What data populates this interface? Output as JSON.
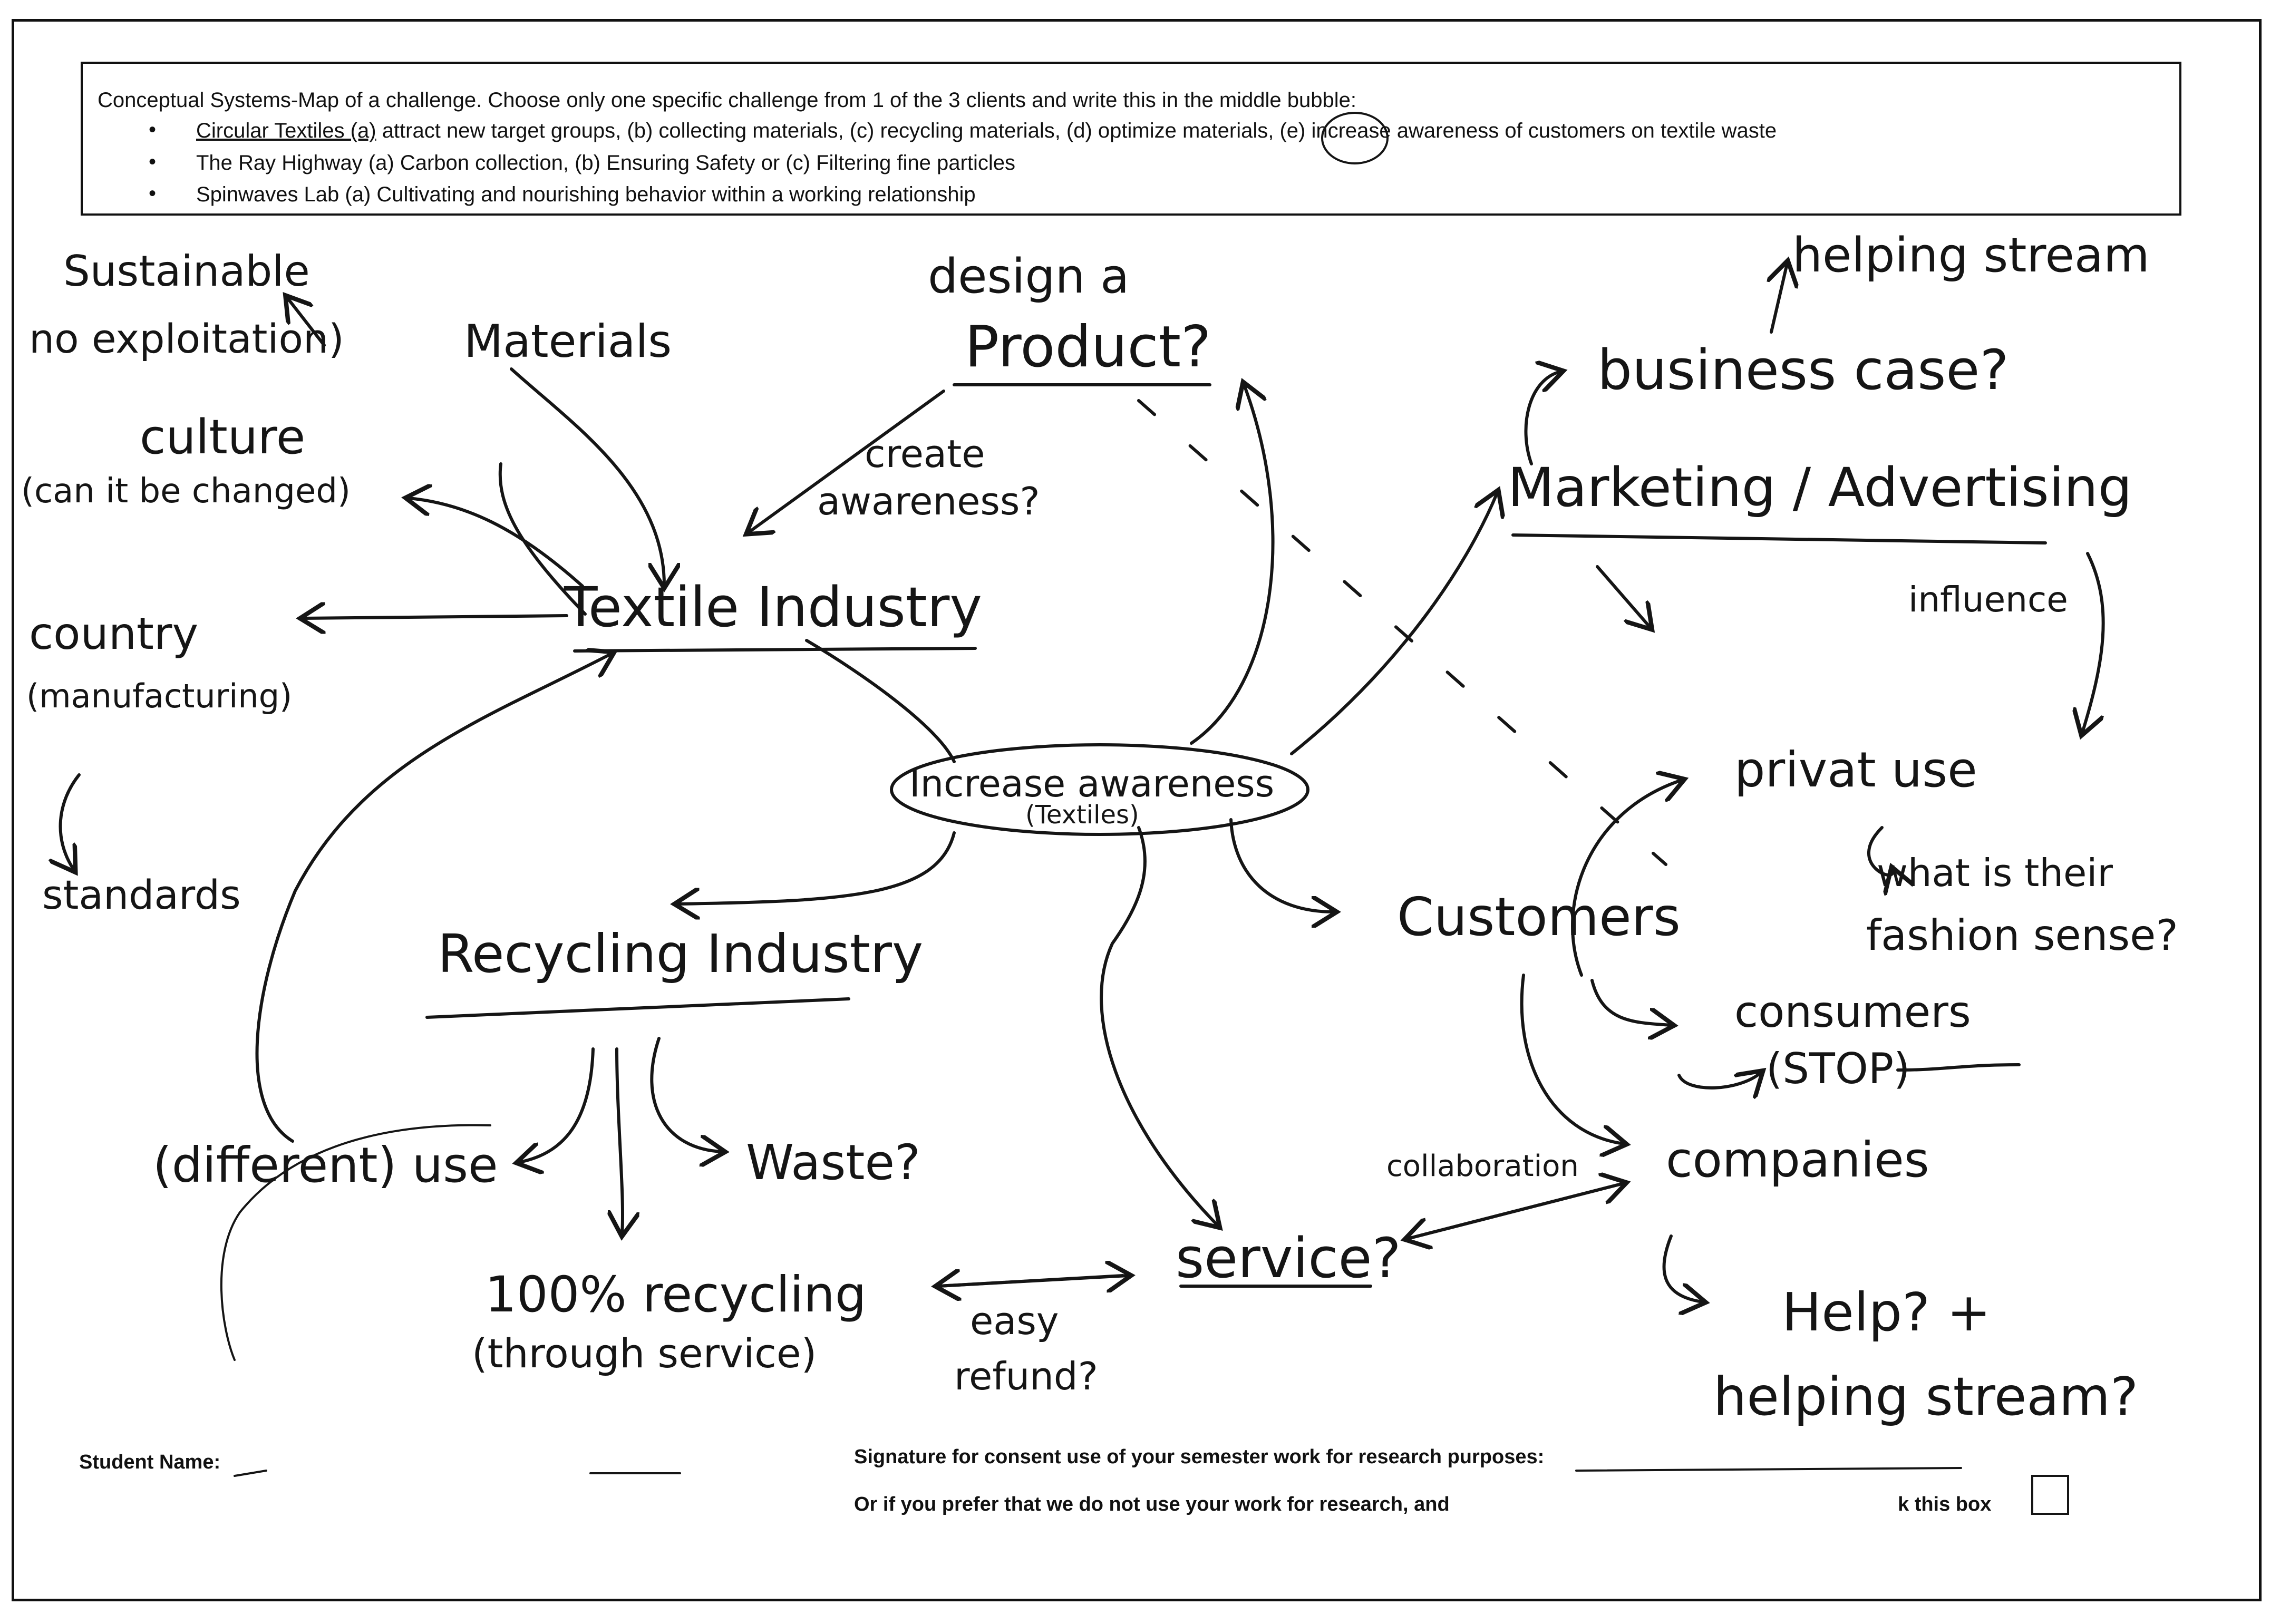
{
  "instructions": {
    "intro": "Conceptual Systems-Map of a challenge. Choose only one specific challenge from 1 of the 3 clients and write this in the middle bubble:",
    "bullets": [
      {
        "name": "Circular Textiles (a)",
        "text": "attract new target groups, (b) collecting materials, (c) recycling materials, (d) optimize materials, (e) increase awareness of customers on textile waste"
      },
      {
        "name": "The Ray Highway",
        "text": "(a) Carbon collection, (b) Ensuring Safety or (c) Filtering fine particles"
      },
      {
        "name": "Spinwaves Lab",
        "text": "(a) Cultivating and nourishing behavior within a working relationship"
      }
    ]
  },
  "map": {
    "center": {
      "line1": "Increase awareness",
      "line2": "(Textiles)"
    },
    "nodes": {
      "sustainable": "Sustainable",
      "no_exploitation": "no exploitation)",
      "materials": "Materials",
      "culture": "culture",
      "culture_note": "(can it be changed)",
      "country": "country",
      "country_note": "(manufacturing)",
      "standards": "standards",
      "textile_industry": "Textile Industry",
      "design_a": "design a",
      "product": "Product?",
      "create": "create",
      "awareness": "awareness?",
      "helping_stream": "helping stream",
      "business_case": "business case?",
      "marketing": "Marketing / Advertising",
      "influence": "influence",
      "private_use": "privat use",
      "what_is_their": "what is their",
      "fashion_sense": "fashion sense?",
      "customers": "Customers",
      "consumers": "consumers",
      "stop": "(STOP)",
      "companies": "companies",
      "collaboration": "collaboration",
      "help": "Help? +",
      "helping_stream2": "helping stream?",
      "recycling_industry": "Recycling Industry",
      "different_use": "(different) use",
      "waste": "Waste?",
      "recycling_100": "100% recycling",
      "through_service": "(through service)",
      "easy": "easy",
      "refund": "refund?",
      "service": "service?"
    }
  },
  "footer": {
    "student_name_label": "Student Name:",
    "signature_label": "Signature for consent use of your semester work for research purposes:",
    "optout_start": "Or if you prefer that we do not use your work for research, and",
    "optout_end": "k this box"
  }
}
